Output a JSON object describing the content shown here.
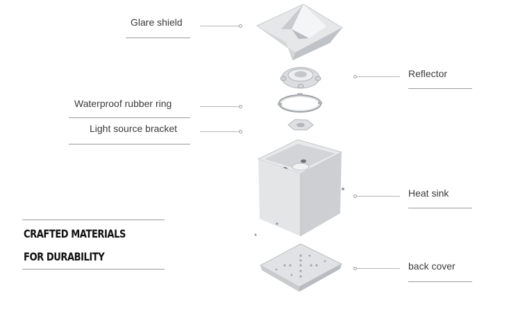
{
  "labels": {
    "glare_shield": "Glare shield",
    "reflector": "Reflector",
    "waterproof_ring": "Waterproof rubber ring",
    "light_bracket": "Light source bracket",
    "heat_sink": "Heat sink",
    "back_cover": "back cover"
  },
  "headline": {
    "line1": "CRAFTED MATERIALS",
    "line2": "FOR DURABILITY"
  },
  "colors": {
    "part_light": "#e9eaec",
    "part_mid": "#cfd1d4",
    "part_dark": "#a9acb0",
    "line": "#9a9a9a"
  }
}
